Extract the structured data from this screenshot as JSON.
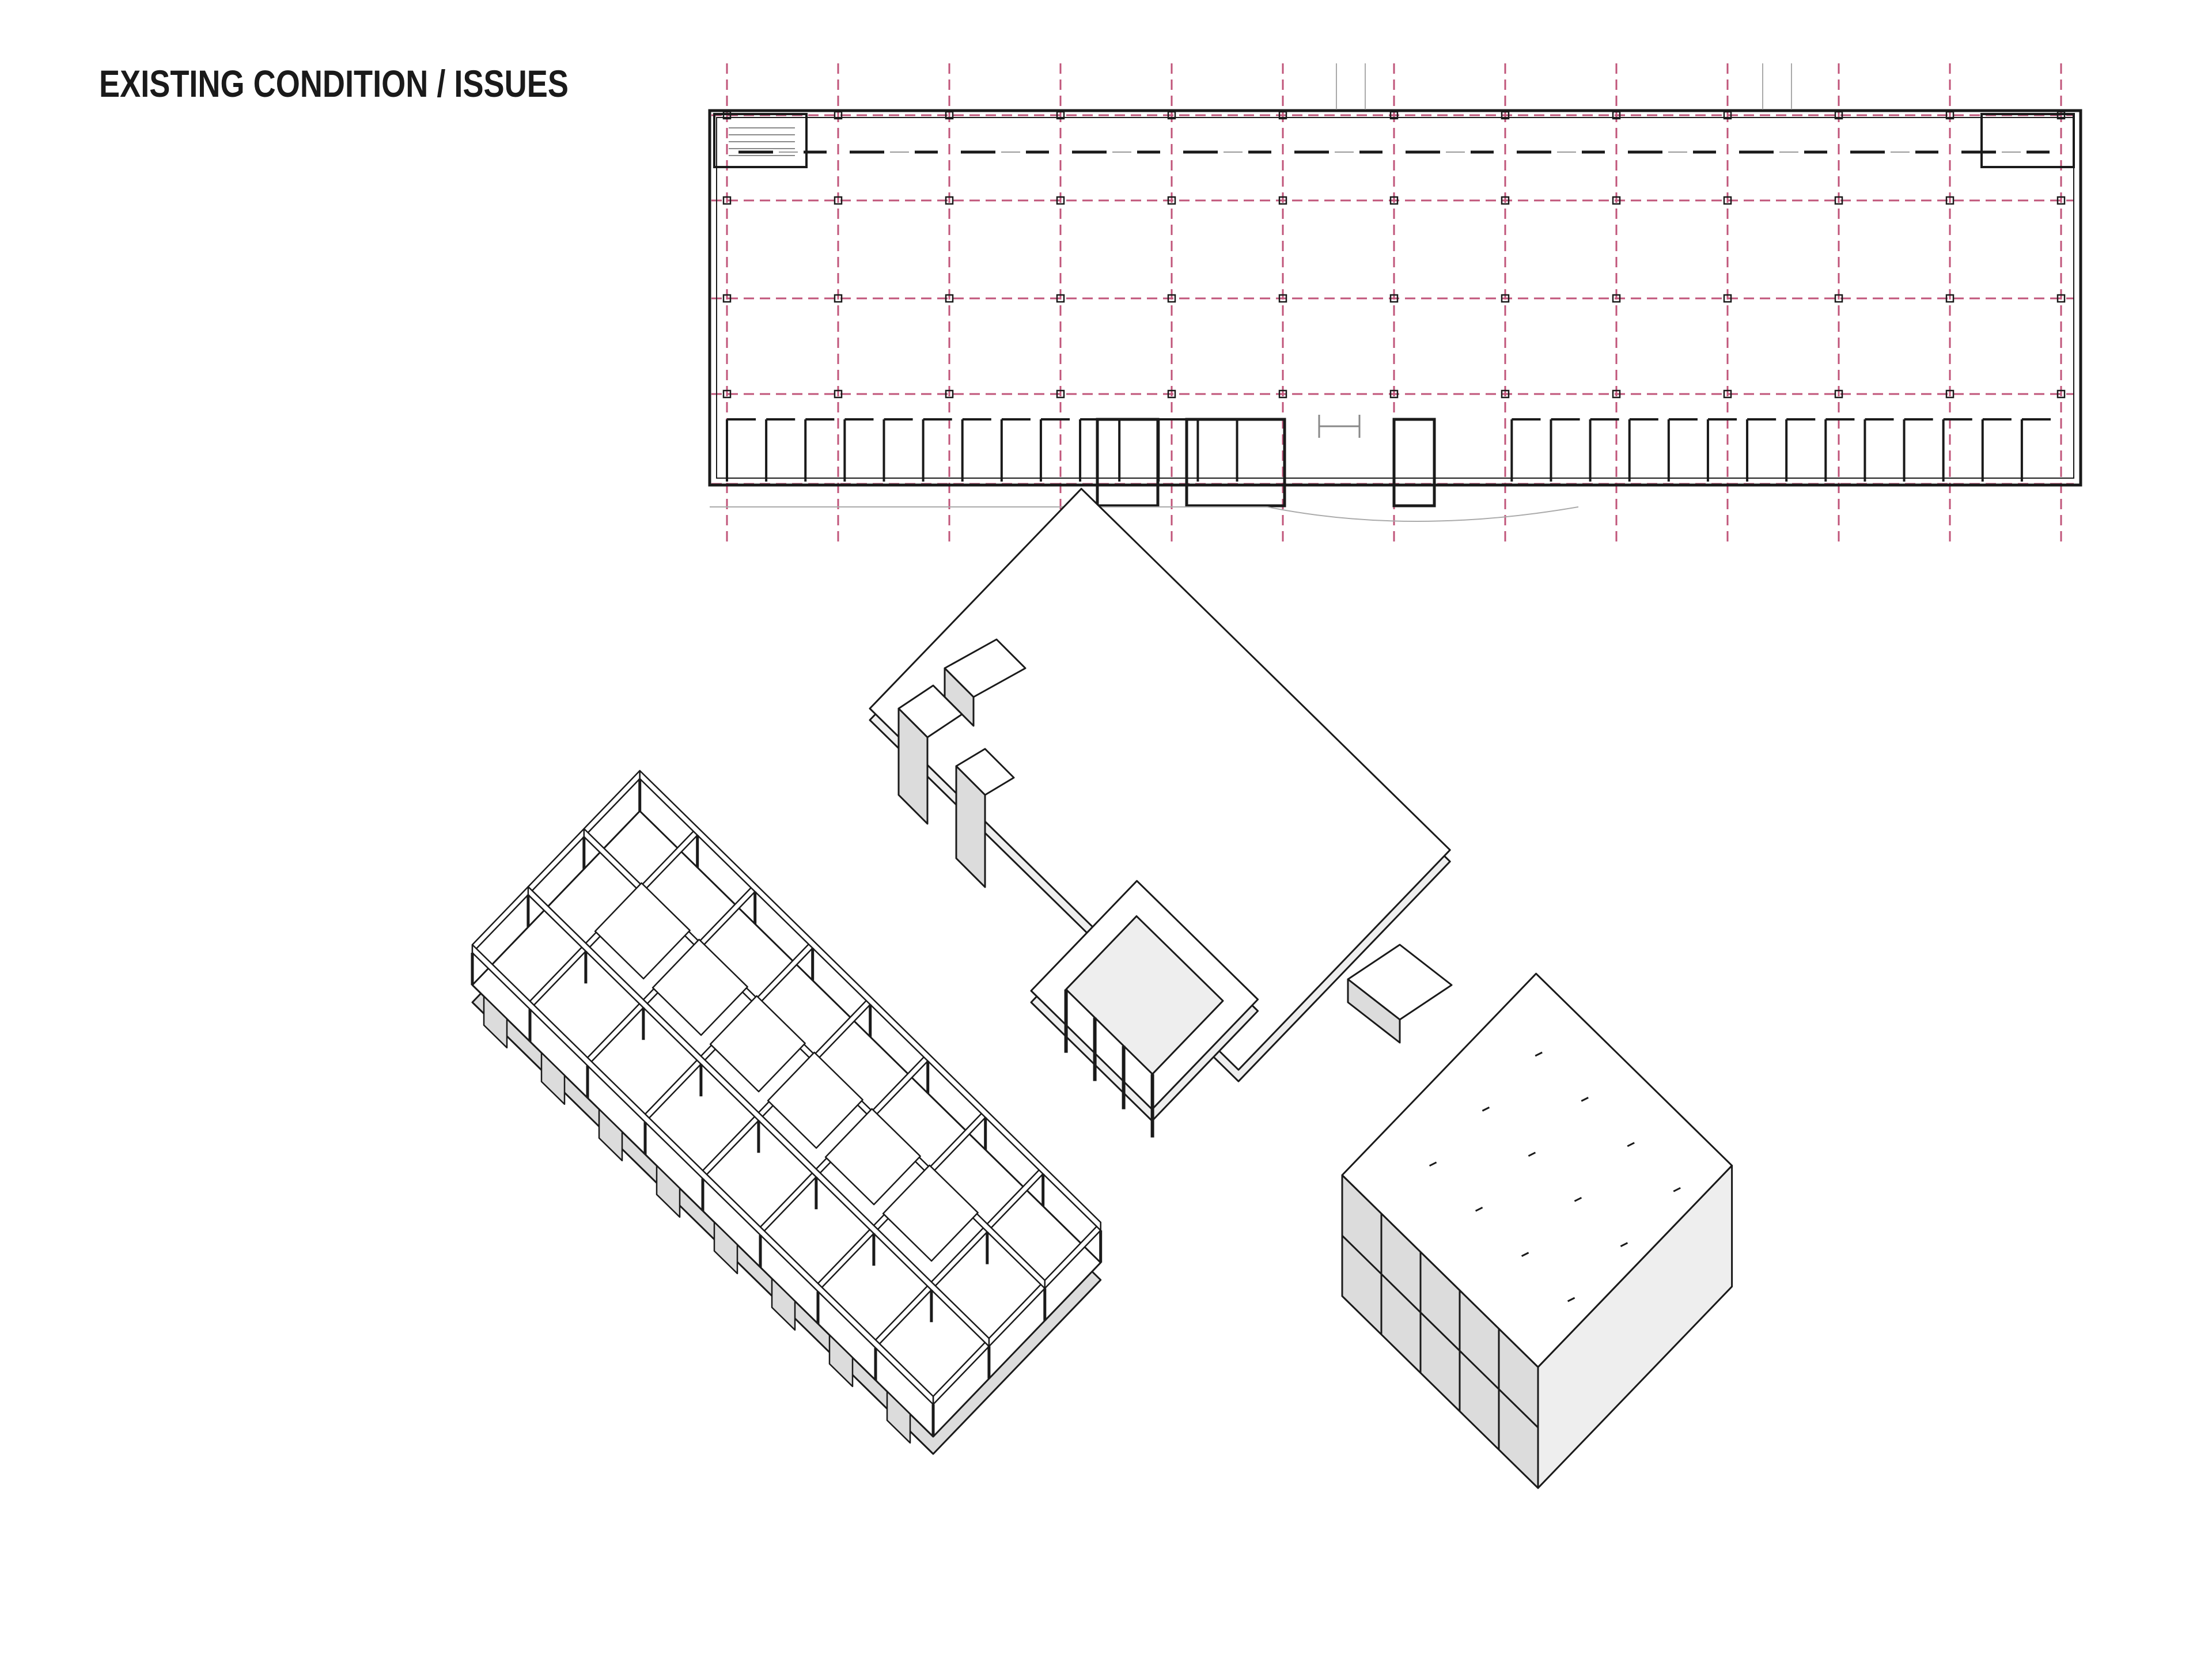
{
  "sheet": {
    "title": "EXISTING CONDITION / ISSUES"
  },
  "colors": {
    "ink": "#1a1a1a",
    "grid": "#c0557a",
    "fill_shade": "#dcdcdc",
    "fill_light": "#eeeeee",
    "paper": "#ffffff"
  },
  "drawings": {
    "plan": {
      "view": "floor-plan",
      "column_grid": {
        "vertical_lines": 13,
        "horizontal_lines": 4
      }
    },
    "axonometric": {
      "view": "axonometric",
      "parts": [
        "structural-frame-wing",
        "connector-frame",
        "upper-wing",
        "solid-block"
      ]
    }
  }
}
